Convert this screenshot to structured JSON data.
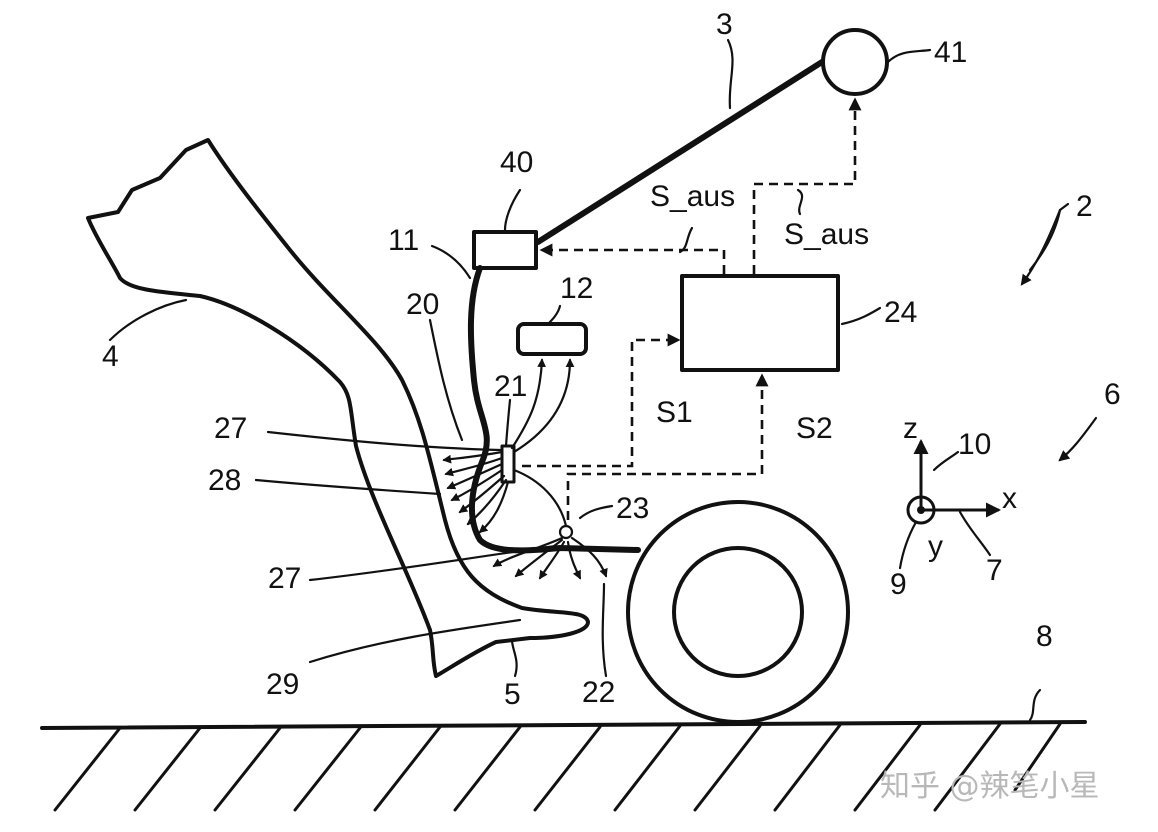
{
  "labels": {
    "l3": "3",
    "l41": "41",
    "l40": "40",
    "l2": "2",
    "l11": "11",
    "saus1": "S_aus",
    "saus2": "S_aus",
    "l20": "20",
    "l12": "12",
    "l24": "24",
    "l4": "4",
    "l21": "21",
    "l6": "6",
    "l27a": "27",
    "s1": "S1",
    "s2": "S2",
    "z": "z",
    "l10": "10",
    "l28": "28",
    "l23": "23",
    "x": "x",
    "y": "y",
    "l27b": "27",
    "l9": "9",
    "l7": "7",
    "l8": "8",
    "l29": "29",
    "l5": "5",
    "l22": "22"
  },
  "watermark": "知乎 @辣笔小星",
  "colors": {
    "ink": "#111111",
    "paper": "#ffffff",
    "watermark": "#b8b8b8"
  }
}
